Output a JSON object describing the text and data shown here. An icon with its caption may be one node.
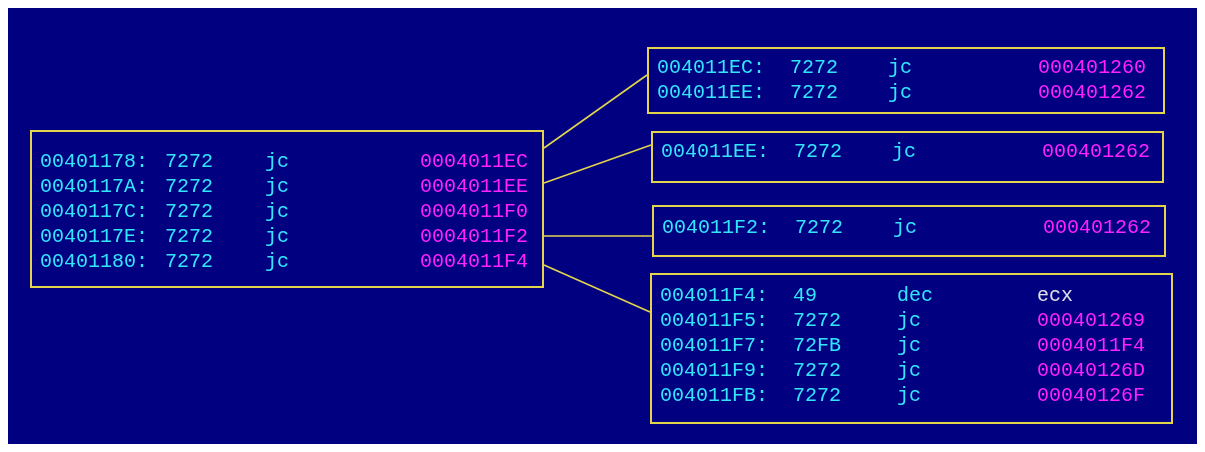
{
  "diagram": {
    "nodes": [
      {
        "text": [
          "00401178:",
          "7272",
          "jc",
          "0004011EC",
          "0040117A:",
          "7272",
          "jc",
          "0004011EE",
          "0040117C:",
          "7272",
          "jc",
          "0004011F0",
          "0040117E:",
          "7272",
          "jc",
          "0004011F2",
          "00401180:",
          "7272",
          "jc",
          "0004011F4"
        ]
      },
      {
        "text": [
          "004011EC:",
          "7272",
          "jc",
          "000401260",
          "004011EE:",
          "7272",
          "jc",
          "000401262"
        ]
      },
      {
        "text": [
          "004011EE:",
          "7272",
          "jc",
          "000401262"
        ]
      },
      {
        "text": [
          "004011F2:",
          "7272",
          "jc",
          "000401262"
        ]
      },
      {
        "text": [
          "004011F4:",
          "49",
          "dec",
          "ecx",
          "004011F5:",
          "7272",
          "jc",
          "000401269",
          "004011F7:",
          "72FB",
          "jc",
          "0004011F4",
          "004011F9:",
          "7272",
          "jc",
          "00040126D",
          "004011FB:",
          "7272",
          "jc",
          "00040126F"
        ]
      }
    ],
    "edges": [
      {
        "from": 0,
        "to": 1,
        "arrow": "none"
      },
      {
        "from": 0,
        "to": 2,
        "arrow": "none"
      },
      {
        "from": 0,
        "to": 3,
        "arrow": "none"
      },
      {
        "from": 0,
        "to": 4,
        "arrow": "none"
      }
    ]
  }
}
